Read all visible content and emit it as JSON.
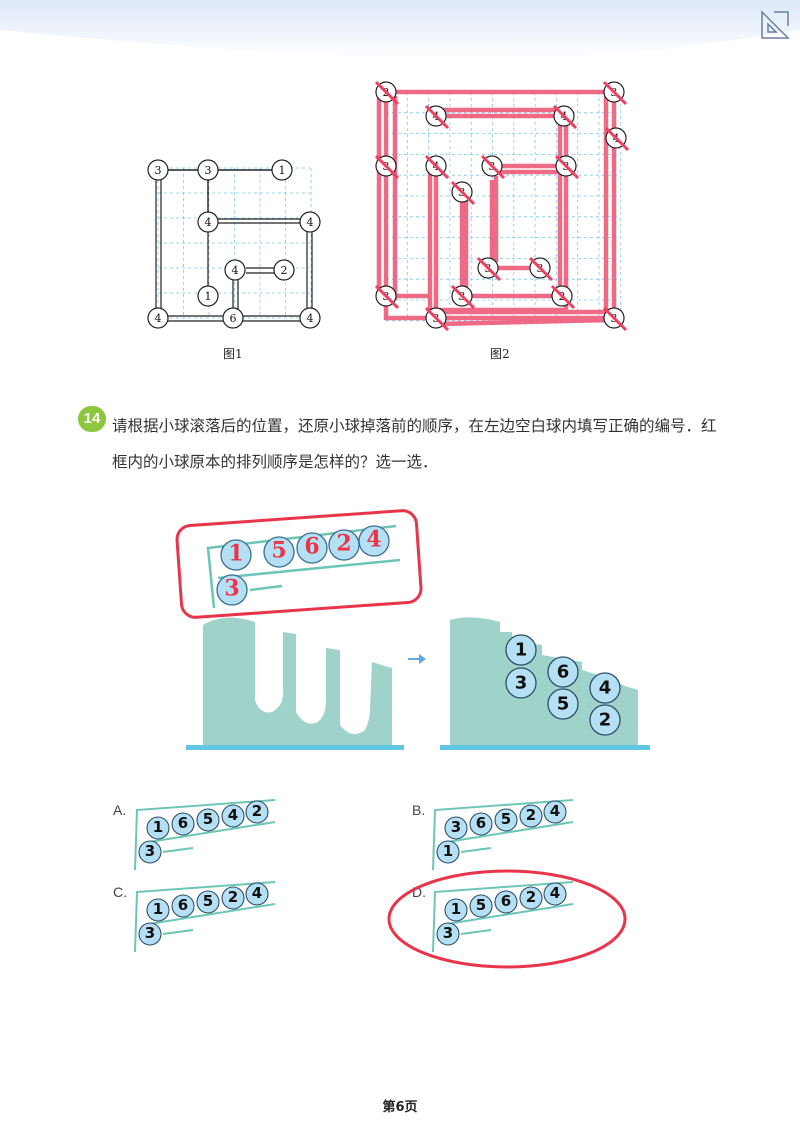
{
  "figures": {
    "fig1": {
      "caption": "图1",
      "nodes": [
        "3",
        "3",
        "1",
        "4",
        "4",
        "4",
        "2",
        "1",
        "4",
        "6",
        "4"
      ]
    },
    "fig2": {
      "caption": "图2",
      "nodes": [
        "2",
        "4",
        "4",
        "3",
        "4",
        "3",
        "4",
        "3",
        "3",
        "3",
        "3",
        "3",
        "3",
        "3",
        "2",
        "3",
        "3",
        "3",
        "2",
        "3",
        "3",
        "3"
      ]
    }
  },
  "question": {
    "number": "14",
    "line1": "请根据小球滚落后的位置，还原小球掉落前的顺序，在左边空白球内填写正确的编号．红",
    "line2": "框内的小球原本的排列顺序是怎样的？选一选．"
  },
  "answer_box": {
    "top_balls": [
      "1",
      "5",
      "6",
      "2",
      "4"
    ],
    "bottom_ball": "3"
  },
  "after_scene": {
    "balls": [
      "1",
      "3",
      "6",
      "5",
      "4",
      "2"
    ]
  },
  "options": [
    {
      "label": "A.",
      "top": [
        "1",
        "6",
        "5",
        "4",
        "2"
      ],
      "bottom": "3"
    },
    {
      "label": "B.",
      "top": [
        "3",
        "6",
        "5",
        "2",
        "4"
      ],
      "bottom": "1"
    },
    {
      "label": "C.",
      "top": [
        "1",
        "6",
        "5",
        "2",
        "4"
      ],
      "bottom": "3"
    },
    {
      "label": "D.",
      "top": [
        "1",
        "5",
        "6",
        "2",
        "4"
      ],
      "bottom": "3"
    }
  ],
  "selected_option": "D.",
  "footer": "第6页",
  "colors": {
    "accent_green": "#8dc63f",
    "ball_fill": "#b5dff2",
    "rail": "#6cc6b5",
    "teal": "#9fd3c9",
    "red_mark": "#e8354a",
    "pink_line": "#ee5a78"
  }
}
